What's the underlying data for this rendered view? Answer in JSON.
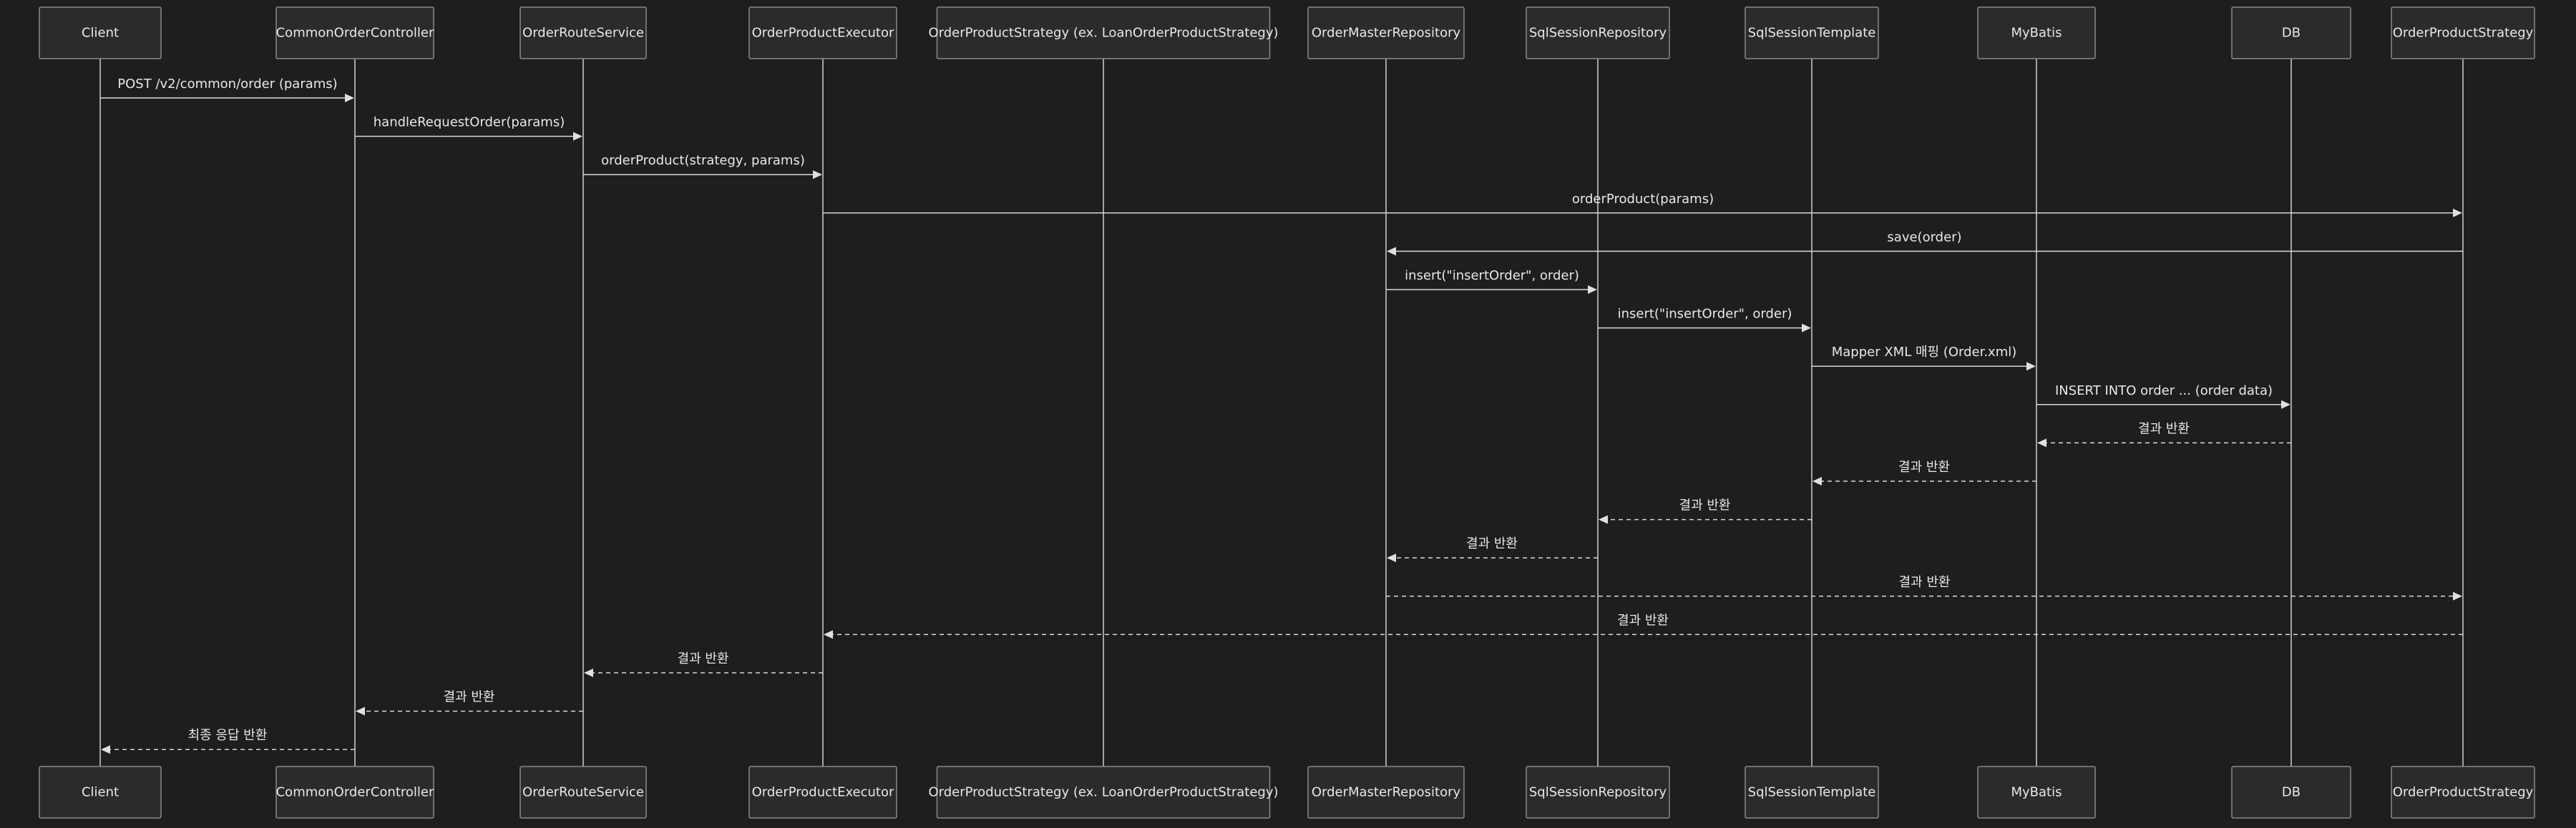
{
  "participants": [
    {
      "id": "client",
      "label": "Client"
    },
    {
      "id": "controller",
      "label": "CommonOrderController"
    },
    {
      "id": "route",
      "label": "OrderRouteService"
    },
    {
      "id": "executor",
      "label": "OrderProductExecutor"
    },
    {
      "id": "strategyex",
      "label": "OrderProductStrategy (ex. LoanOrderProductStrategy)"
    },
    {
      "id": "masterrepo",
      "label": "OrderMasterRepository"
    },
    {
      "id": "sqlrepo",
      "label": "SqlSessionRepository"
    },
    {
      "id": "sqltemplate",
      "label": "SqlSessionTemplate"
    },
    {
      "id": "mybatis",
      "label": "MyBatis"
    },
    {
      "id": "db",
      "label": "DB"
    },
    {
      "id": "strategy",
      "label": "OrderProductStrategy"
    }
  ],
  "messages": [
    {
      "from": "client",
      "to": "controller",
      "label": "POST /v2/common/order (params)",
      "kind": "call"
    },
    {
      "from": "controller",
      "to": "route",
      "label": "handleRequestOrder(params)",
      "kind": "call"
    },
    {
      "from": "route",
      "to": "executor",
      "label": "orderProduct(strategy, params)",
      "kind": "call"
    },
    {
      "from": "executor",
      "to": "strategy",
      "label": "orderProduct(params)",
      "kind": "call"
    },
    {
      "from": "strategy",
      "to": "masterrepo",
      "label": "save(order)",
      "kind": "call"
    },
    {
      "from": "masterrepo",
      "to": "sqlrepo",
      "label": "insert(\"insertOrder\", order)",
      "kind": "call"
    },
    {
      "from": "sqlrepo",
      "to": "sqltemplate",
      "label": "insert(\"insertOrder\", order)",
      "kind": "call"
    },
    {
      "from": "sqltemplate",
      "to": "mybatis",
      "label": "Mapper XML 매핑 (Order.xml)",
      "kind": "call"
    },
    {
      "from": "mybatis",
      "to": "db",
      "label": "INSERT INTO order ... (order data)",
      "kind": "call"
    },
    {
      "from": "db",
      "to": "mybatis",
      "label": "결과 반환",
      "kind": "return"
    },
    {
      "from": "mybatis",
      "to": "sqltemplate",
      "label": "결과 반환",
      "kind": "return"
    },
    {
      "from": "sqltemplate",
      "to": "sqlrepo",
      "label": "결과 반환",
      "kind": "return"
    },
    {
      "from": "sqlrepo",
      "to": "masterrepo",
      "label": "결과 반환",
      "kind": "return"
    },
    {
      "from": "masterrepo",
      "to": "strategy",
      "label": "결과 반환",
      "kind": "return"
    },
    {
      "from": "strategy",
      "to": "executor",
      "label": "결과 반환",
      "kind": "return"
    },
    {
      "from": "executor",
      "to": "route",
      "label": "결과 반환",
      "kind": "return"
    },
    {
      "from": "route",
      "to": "controller",
      "label": "결과 반환",
      "kind": "return"
    },
    {
      "from": "controller",
      "to": "client",
      "label": "최종 응답 반환",
      "kind": "return"
    }
  ],
  "colors": {
    "background": "#1e1e1e",
    "box_fill": "#2b2b2b",
    "box_stroke": "#8a8a8a",
    "line": "#d8d8d8",
    "text": "#e8e8e8"
  }
}
